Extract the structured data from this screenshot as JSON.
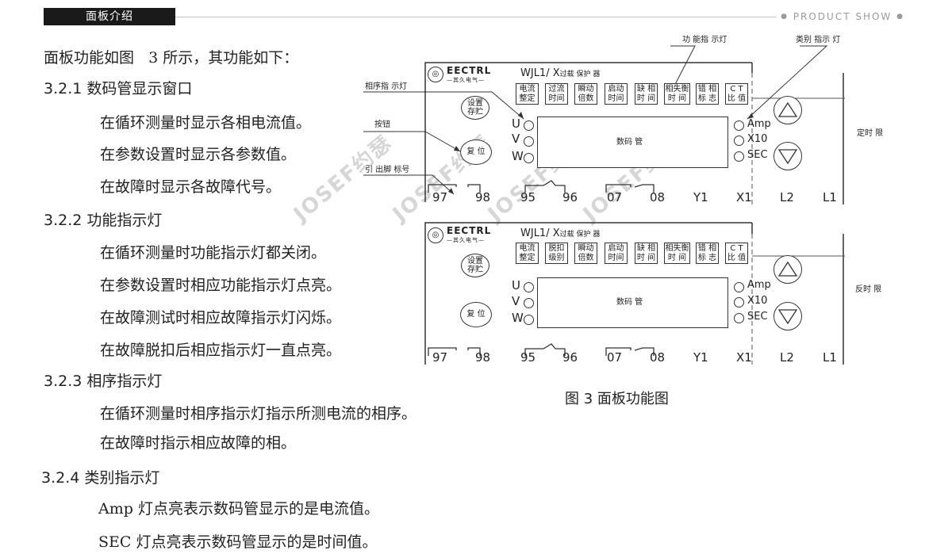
{
  "header": {
    "tab_label": "面板介绍",
    "product_show": "PRODUCT SHOW"
  },
  "text": {
    "intro": "面板功能如图   3 所示，其功能如下：",
    "s321_title": "3.2.1 数码管显示窗口",
    "s321_l1": "在循环测量时显示各相电流值。",
    "s321_l2": "在参数设置时显示各参数值。",
    "s321_l3": "在故障时显示各故障代号。",
    "s322_title": "3.2.2 功能指示灯",
    "s322_l1": "在循环测量时功能指示灯都关闭。",
    "s322_l2": "在参数设置时相应功能指示灯点亮。",
    "s322_l3": "在故障测试时相应故障指示灯闪烁。",
    "s322_l4": "在故障脱扣后相应指示灯一直点亮。",
    "s323_title": "3.2.3 相序指示灯",
    "s323_l1": "在循环测量时相序指示灯指示所测电流的相序。",
    "s323_l2": "在故障时指示相应故障的相。",
    "s324_title": "3.2.4 类别指示灯",
    "s324_l1": "Amp 灯点亮表示数码管显示的是电流值。",
    "s324_l2": "SEC 灯点亮表示数码管显示的是时间值。"
  },
  "figure": {
    "caption": "图 3 面板功能图",
    "callouts": {
      "func_led": "功 能指 示灯",
      "type_led": "类别 指示 灯",
      "phase_led": "相序指 示灯",
      "button": "按钮",
      "pin": "引 出脚 标号"
    },
    "watermark": "JOSEF约瑟",
    "side_labels": {
      "top": "定时 限",
      "bottom": "反时 限"
    },
    "logo": {
      "brand": "EECTRL",
      "sub": "—其久电气—"
    },
    "panel_top": {
      "model": "WJL1/ X",
      "model_suffix": "过载 保护 器",
      "func_buttons": [
        [
          "电流",
          "整定"
        ],
        [
          "过流",
          "时间"
        ],
        [
          "瞬动",
          "倍数"
        ],
        [
          "启动",
          "时间"
        ],
        [
          "缺 相",
          "时 间"
        ],
        [
          "相失衡",
          "时 间"
        ],
        [
          "错 相",
          "标 志"
        ],
        [
          "C T",
          "比 值"
        ]
      ]
    },
    "panel_bottom": {
      "model": "WJL1/ X",
      "model_suffix": "过载 保护 器",
      "func_buttons": [
        [
          "电流",
          "整定"
        ],
        [
          "脱扣",
          "级别"
        ],
        [
          "瞬动",
          "倍数"
        ],
        [
          "启动",
          "时间"
        ],
        [
          "缺 相",
          "时 间"
        ],
        [
          "相失衡",
          "时 间"
        ],
        [
          "错 相",
          "标 志"
        ],
        [
          "C T",
          "比 值"
        ]
      ]
    },
    "set_button": "设置\n存贮",
    "reset_button": "复 位",
    "phase_labels": [
      "U",
      "V",
      "W"
    ],
    "display_label": "数码 管",
    "type_labels": [
      "Amp",
      "X10",
      "SEC"
    ],
    "terminals": [
      "97",
      "98",
      "95",
      "96",
      "07",
      "08",
      "Y1",
      "X1",
      "L2",
      "L1"
    ]
  }
}
